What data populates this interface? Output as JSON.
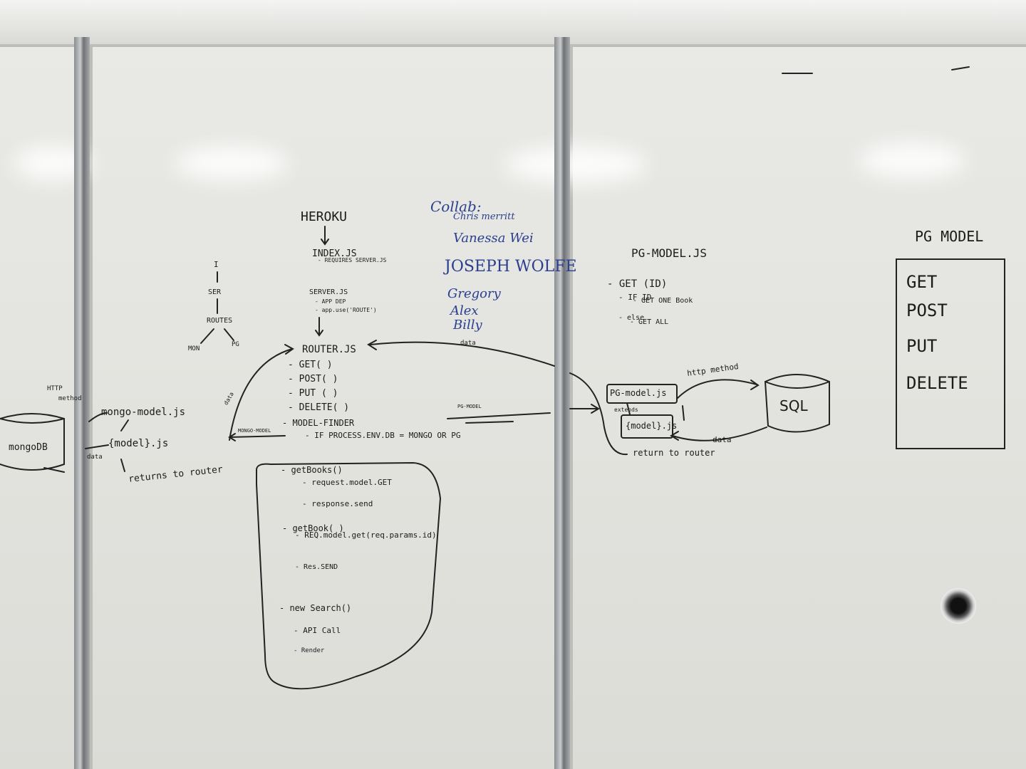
{
  "left_board": {
    "mongo_db": "mongoDB",
    "http": "HTTP",
    "method": "method",
    "mongo_model_js": "mongo-model.js",
    "model_js": "{model}.js",
    "data": "data",
    "returns_to_router": "returns to router",
    "tree": {
      "i": "I",
      "ser": "SER",
      "routes": "ROUTES",
      "mon": "MON",
      "pg": "PG"
    }
  },
  "center_board": {
    "heroku": "HEROKU",
    "index_js": "INDEX.JS",
    "requires_server": "- REQUIRES SERVER.JS",
    "server_js": "SERVER.JS",
    "app_dep": "- APP DEP",
    "app_use": "- app.use('ROUTE')",
    "router_js": "ROUTER.JS",
    "methods": [
      "- GET( )",
      "- POST( )",
      "- PUT ( )",
      "- DELETE( )"
    ],
    "model_finder": "- MODEL-FINDER",
    "if_process": "- IF PROCESS.ENV.DB = MONGO OR PG",
    "mongo_model": "MONGO-MODEL",
    "pg_model": "PG-MODEL",
    "data_label": "data",
    "box_items": [
      "- getBooks()",
      "- request.model.GET",
      "- response.send",
      "- getBook( )",
      "- REQ.model.get(req.params.id)",
      "- Res.SEND",
      "- new Search()",
      "- API Call",
      "- Render"
    ]
  },
  "collab": {
    "heading": "Collab:",
    "names": [
      "Chris merritt",
      "Vanessa Wei",
      "JOSEPH WOLFE",
      "Gregory",
      "Alex",
      "Billy"
    ]
  },
  "right_board": {
    "pg_model_js": "PG-MODEL.JS",
    "get_id": "- GET (ID)",
    "if_id": "- IF ID",
    "get_one_book": "- GET ONE Book",
    "else": "- else",
    "get_all": "- GET ALL",
    "pg_model_file": "PG-model.js",
    "extends": "extends",
    "model_file": "{model}.js",
    "http_method": "http method",
    "sql": "SQL",
    "data": "data",
    "return_to_router": "return to router",
    "pg_model_card": {
      "title": "PG MODEL",
      "items": [
        "GET",
        "POST",
        "PUT",
        "DELETE"
      ]
    }
  }
}
